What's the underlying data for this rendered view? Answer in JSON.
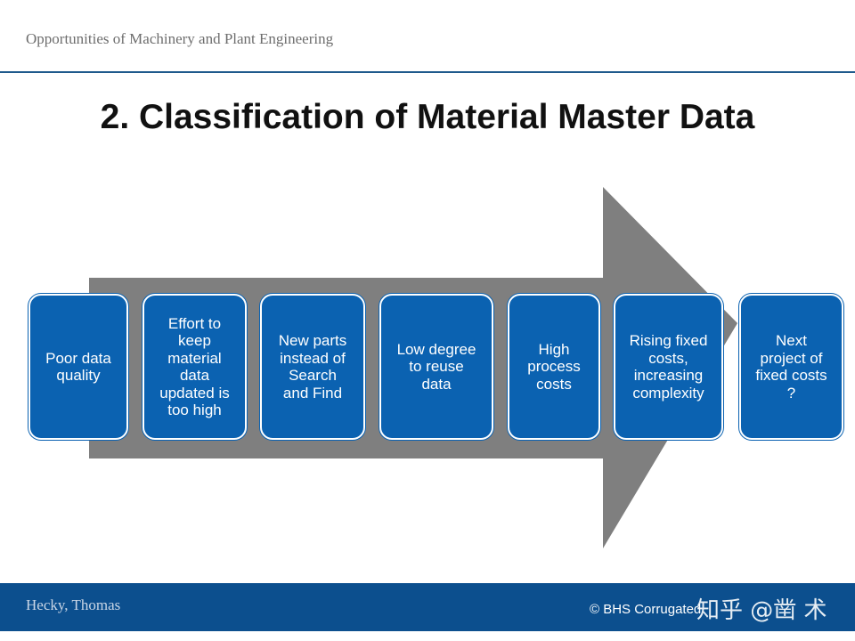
{
  "header": {
    "text": "Opportunities of Machinery and Plant Engineering"
  },
  "title": "2. Classification of Material Master Data",
  "process_steps": [
    "Poor data\nquality",
    "Effort to\nkeep\nmaterial\ndata\nupdated is\ntoo high",
    "New parts\ninstead of\nSearch\nand Find",
    "Low degree\nto reuse\ndata",
    "High\nprocess\ncosts",
    "Rising fixed\ncosts,\nincreasing\ncomplexity",
    "Next\nproject of\nfixed costs\n?"
  ],
  "footer": {
    "author": "Hecky, Thomas",
    "copyright": "© BHS Corrugated",
    "watermark": "知乎 @凿 术"
  },
  "colors": {
    "box_fill": "#0b62b1",
    "arrow_fill": "#7f7f7f",
    "footer_bar": "#0c4f8e",
    "header_rule": "#1f5a8c"
  }
}
